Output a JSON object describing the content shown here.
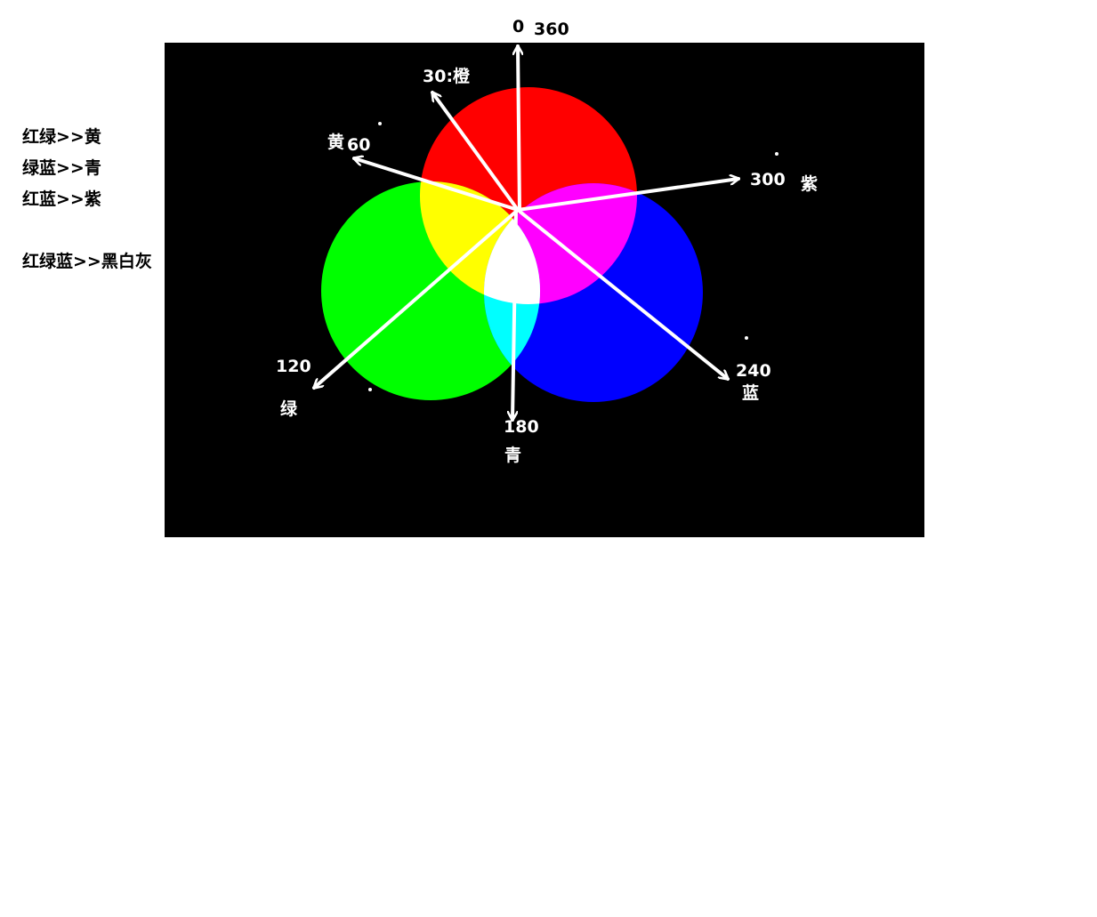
{
  "side_notes": [
    "红绿>>黄",
    "绿蓝>>青",
    "红蓝>>紫",
    "红绿蓝>>黑白灰"
  ],
  "wheel": {
    "label_0": "0",
    "label_360": "360",
    "label_30": "30:橙",
    "label_yellow_name": "黄",
    "label_60": "60",
    "label_300": "300",
    "label_purple_name": "紫",
    "label_120": "120",
    "label_green_name": "绿",
    "label_180": "180",
    "label_cyan_name": "青",
    "label_240": "240",
    "label_blue_name": "蓝"
  },
  "colors": {
    "red": "#ff0000",
    "green": "#00ff00",
    "blue": "#0000ff",
    "yellow": "#ffff00",
    "cyan": "#00ffff",
    "magenta": "#ff00ff",
    "white": "#ffffff",
    "background": "#000000"
  }
}
